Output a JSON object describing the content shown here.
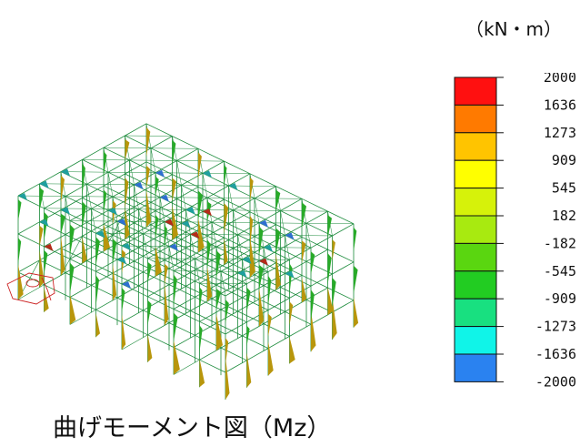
{
  "caption": "曲げモーメント図（Mz）",
  "unit": "（kN・m）",
  "legend": {
    "ticks": [
      "2000",
      "1636",
      "1273",
      "909",
      "545",
      "182",
      "-182",
      "-545",
      "-909",
      "-1273",
      "-1636",
      "-2000"
    ],
    "colors": [
      "#ff1010",
      "#ff7a00",
      "#ffc400",
      "#ffff00",
      "#d6f20a",
      "#a8ea10",
      "#5ad610",
      "#22cc22",
      "#18e080",
      "#10f4e8",
      "#2a82f0"
    ]
  },
  "diagram": {
    "frame_color": "#1a8a3a",
    "support_color": "#cc2222",
    "moment_colors": [
      "#b8960c",
      "#28aa28",
      "#1f9f9f",
      "#2f6fd0",
      "#b52a1a"
    ]
  }
}
